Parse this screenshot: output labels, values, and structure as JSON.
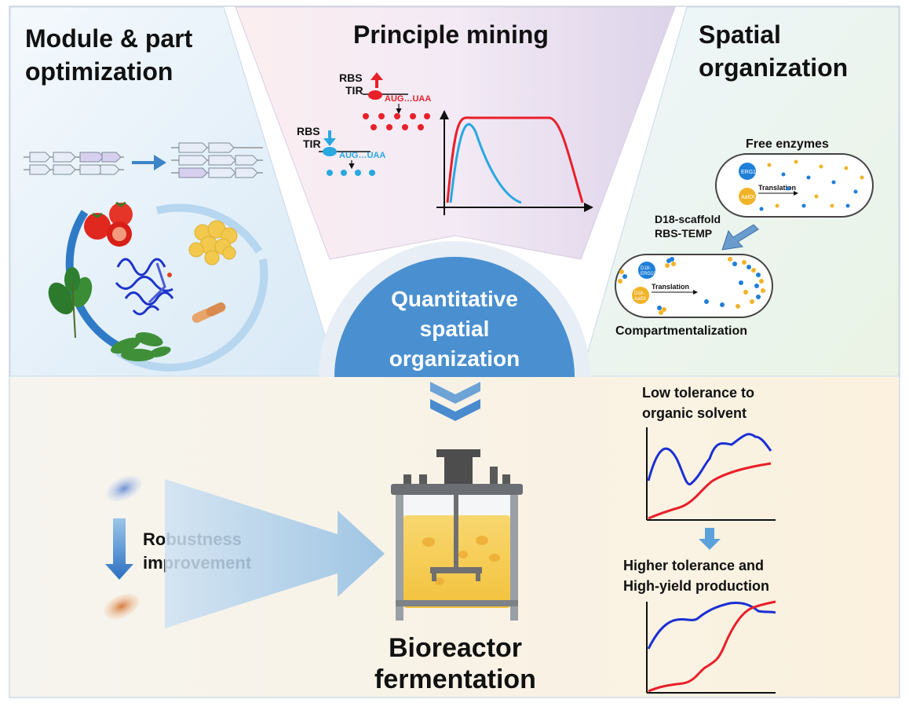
{
  "panels": {
    "module": {
      "title_line1": "Module & part",
      "title_line2": "optimization"
    },
    "principle": {
      "title": "Principle mining",
      "rbs_top": "RBS",
      "tir_top": "TIR",
      "seq_top": "AUG…UAA",
      "rbs_bottom": "RBS",
      "tir_bottom": "TIR",
      "seq_bottom": "AUG…UAA"
    },
    "spatial": {
      "title_line1": "Spatial",
      "title_line2": "organization",
      "free_label": "Free enzymes",
      "enzyme1": "ERG19",
      "enzyme2": "AalDI",
      "translation1": "Translation",
      "scaffold_line1": "D18-scaffold",
      "scaffold_line2": "RBS-TEMP",
      "enzyme3_line1": "D18-",
      "enzyme3_line2": "ERG19",
      "enzyme4_line1": "D18-",
      "enzyme4_line2": "AalDI",
      "translation2": "Translation",
      "comp_label": "Compartmentalization"
    }
  },
  "center": {
    "line1": "Quantitative",
    "line2": "spatial",
    "line3": "organization"
  },
  "bottom": {
    "robustness_line1": "Robustness",
    "robustness_line2": "improvement",
    "bioreactor_line1": "Bioreactor",
    "bioreactor_line2": "fermentation",
    "low_tol_line1": "Low tolerance to",
    "low_tol_line2": "organic solvent",
    "high_tol_line1": "Higher tolerance and",
    "high_tol_line2": "High-yield production"
  },
  "colors": {
    "red": "#e8202a",
    "blue": "#1a2fd4",
    "cyan": "#28a8e0",
    "arrow_blue": "#3d85c6",
    "dome": "#4a90d0"
  }
}
